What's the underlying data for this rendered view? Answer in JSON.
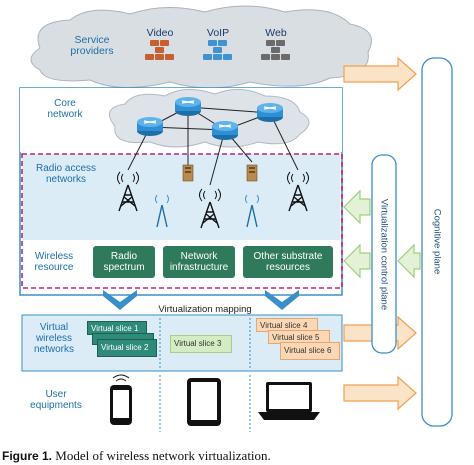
{
  "service_providers": {
    "label": "Service providers",
    "items": [
      "Video",
      "VoIP",
      "Web"
    ]
  },
  "layers": {
    "core_network": "Core network",
    "radio_access_networks": "Radio access networks",
    "wireless_resource": "Wireless resource",
    "virtualization_mapping": "Virtualization mapping",
    "virtual_wireless_networks": "Virtual wireless networks",
    "user_equipments": "User equipments"
  },
  "resources": [
    "Radio spectrum",
    "Network infrastructure",
    "Other substrate resources"
  ],
  "slices": {
    "group_a": [
      "Virtual slice 1",
      "Virtual slice 2"
    ],
    "group_b": [
      "Virtual slice 3"
    ],
    "group_c": [
      "Virtual slice 4",
      "Virtual slice 5",
      "Virtual slice 6"
    ]
  },
  "planes": {
    "virtualization_control": "Virtualization control plane",
    "cognitive": "Cognitive plane"
  },
  "caption": {
    "label": "Figure 1.",
    "text": " Model of wireless network virtualization."
  },
  "colors": {
    "blue_border": "#3a8fc8",
    "teal_button": "#2f7a5a",
    "magenta_dash": "#c0237a",
    "orange_arrow": "#f0a050",
    "green_arrow": "#9ed07a",
    "cloud": "#d9dee3",
    "router": "#2f8fd6",
    "video_icon": "#c7602e",
    "voip_icon": "#3f93d1",
    "web_icon": "#6b6b6b"
  },
  "icons": [
    "server-stack-icon",
    "router-icon",
    "cell-tower-icon",
    "server-tower-icon",
    "smartphone-icon",
    "tablet-icon",
    "laptop-icon",
    "down-arrow-icon"
  ]
}
